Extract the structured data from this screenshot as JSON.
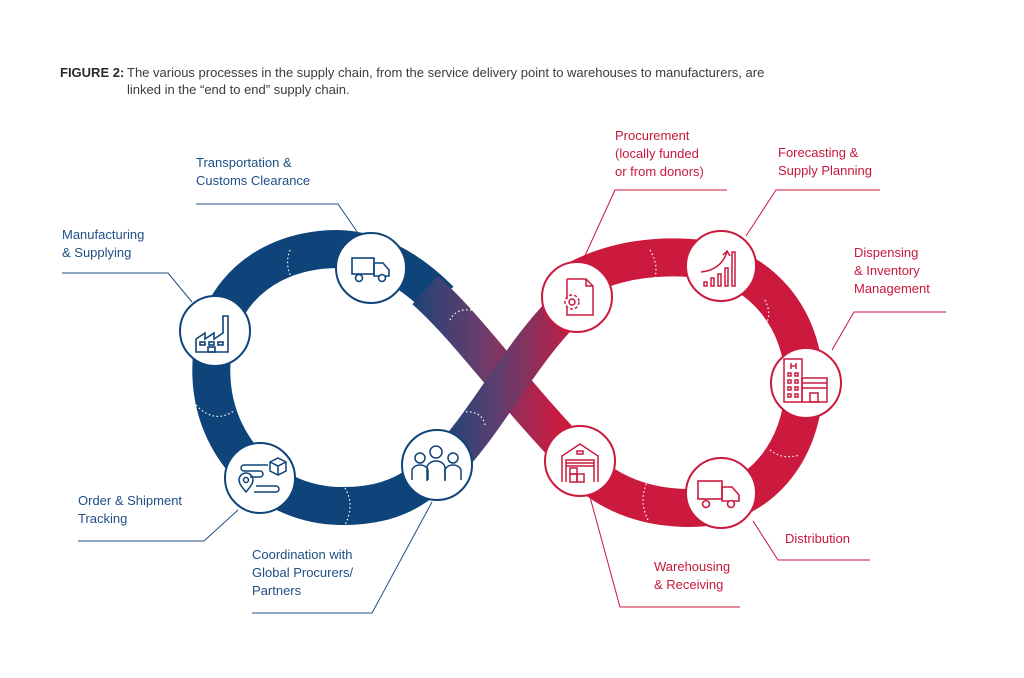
{
  "caption": {
    "figure_label": "FIGURE 2:",
    "line1": "The various processes in the supply chain, from the service delivery point to warehouses to manufacturers, are",
    "line2": "linked in the “end to end” supply chain."
  },
  "colors": {
    "blue": "#0e4479",
    "red": "#cc1a3f",
    "blend": "#6a3d6c",
    "blue_text": "#1f4f86",
    "red_text": "#c8173c"
  },
  "stages": [
    {
      "id": "manufacturing",
      "label": "Manufacturing\n& Supplying",
      "icon": "factory-icon",
      "side": "blue"
    },
    {
      "id": "transportation",
      "label": "Transportation &\nCustoms Clearance",
      "icon": "truck-icon",
      "side": "blue"
    },
    {
      "id": "order-tracking",
      "label": "Order & Shipment\nTracking",
      "icon": "shipment-route-icon",
      "side": "blue"
    },
    {
      "id": "coordination",
      "label": "Coordination with\nGlobal Procurers/\nPartners",
      "icon": "people-group-icon",
      "side": "blue"
    },
    {
      "id": "procurement",
      "label": "Procurement\n(locally funded\nor from donors)",
      "icon": "document-gear-icon",
      "side": "red"
    },
    {
      "id": "forecasting",
      "label": "Forecasting &\nSupply Planning",
      "icon": "growth-chart-icon",
      "side": "red"
    },
    {
      "id": "dispensing",
      "label": "Dispensing\n& Inventory\nManagement",
      "icon": "hospital-building-icon",
      "side": "red"
    },
    {
      "id": "distribution",
      "label": "Distribution",
      "icon": "truck-icon",
      "side": "red"
    },
    {
      "id": "warehousing",
      "label": "Warehousing\n& Receiving",
      "icon": "warehouse-icon",
      "side": "red"
    }
  ]
}
